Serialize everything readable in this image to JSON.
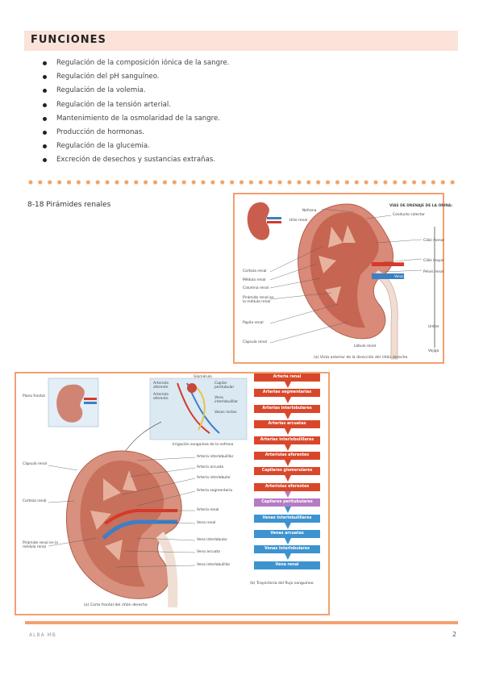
{
  "header": {
    "title": "FUNCIONES"
  },
  "functions": [
    "Regulación de la composición iónica de la sangre.",
    "Regulación del pH sanguíneo.",
    "Regulación de la volemia.",
    "Regulación de la tensión arterial.",
    "Mantenimiento de la osmolaridad de la sangre.",
    "Producción de hormonas.",
    "Regulación de la glucemia.",
    "Excreción de desechos y sustancias extrañas."
  ],
  "section": {
    "label": "8-18 Pirámides renales"
  },
  "figure_top": {
    "labels": {
      "hilio": "Hilio renal",
      "nefrona": "Nefrona",
      "vias": "VÍAS DE DRENAJE DE LA ORINA:",
      "conducto": "Conducto colector",
      "caliz_menor": "Cáliz menor",
      "caliz_mayor": "Cáliz mayor",
      "pelvis": "Pelvis renal",
      "ureter": "Uréter",
      "vejiga": "Vejiga",
      "corteza": "Corteza renal",
      "medula": "Médula renal",
      "columna": "Columna renal",
      "piramide": "Pirámide renal en la médula renal",
      "papila": "Papila renal",
      "capsula": "Cápsula renal",
      "lobulo": "Lóbulo renal",
      "arteria": "Arteria renal",
      "vena": "Vena renal"
    },
    "caption": "(a) Vista anterior de la disección del riñón derecho"
  },
  "figure_bottom": {
    "labels": {
      "plano": "Plano frontal",
      "glomerulo": "Glomérulo",
      "capilar_peri": "Capilar peritubular",
      "art_aferente": "Arteriola aferente",
      "art_eferente": "Arteriola eferente",
      "vena_inter": "Vena interlobulillar",
      "vasos_rectos": "Vasos rectos",
      "irrigacion": "Irrigación sanguínea de la nefrona",
      "capsula": "Cápsula renal",
      "corteza": "Corteza renal",
      "piramide": "Pirámide renal en la médula renal",
      "a_interlob": "Arteria interlobulillar",
      "a_arcuata": "Arteria arcuata",
      "a_interlobular": "Arteria interlobular",
      "a_segmentaria": "Arteria segmentaria",
      "a_renal": "Arteria renal",
      "v_renal": "Vena renal",
      "v_interlobular": "Vena interlobular",
      "v_arcuata": "Vena arcuata",
      "v_interlob": "Vena interlobulillar"
    },
    "caption_a": "(a) Corte frontal del riñón derecho",
    "caption_b": "(b) Trayectoria del flujo sanguíneo"
  },
  "flow": [
    {
      "label": "Arteria renal",
      "color": "red"
    },
    {
      "label": "Arterias segmentarias",
      "color": "red"
    },
    {
      "label": "Arterias interlobulares",
      "color": "red"
    },
    {
      "label": "Arterias arcuatas",
      "color": "red"
    },
    {
      "label": "Arterias interlobulillares",
      "color": "red"
    },
    {
      "label": "Arteriolas aferentes",
      "color": "red"
    },
    {
      "label": "Capilares glomerulares",
      "color": "red"
    },
    {
      "label": "Arteriolas eferentes",
      "color": "red"
    },
    {
      "label": "Capilares peritubulares",
      "color": "purple"
    },
    {
      "label": "Venas interlobulillares",
      "color": "blue"
    },
    {
      "label": "Venas arcuatas",
      "color": "blue"
    },
    {
      "label": "Venas interlobulares",
      "color": "blue"
    },
    {
      "label": "Vena renal",
      "color": "blue"
    }
  ],
  "footer": {
    "left": "ALBA MB",
    "page": "2"
  }
}
